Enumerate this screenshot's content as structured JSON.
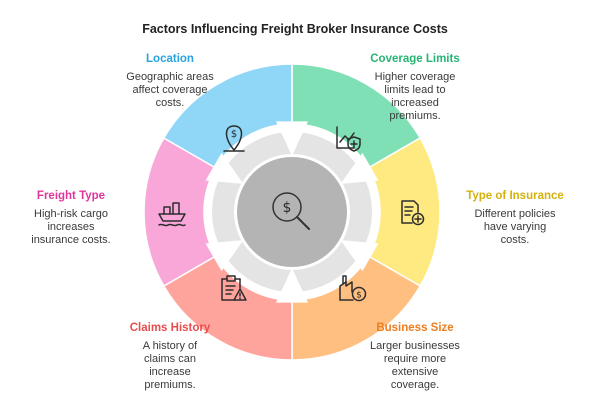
{
  "title": "Factors Influencing Freight Broker Insurance Costs",
  "colors": {
    "location": "#8fd6f7",
    "coverage": "#7ee0b4",
    "type": "#ffe981",
    "size": "#ffbf80",
    "claims": "#ffa49c",
    "freight": "#f9a6d8",
    "inner": "#e4e4e4",
    "hub": "#b4b4b4"
  },
  "factors": {
    "location": {
      "name": "Location",
      "name_color": "#28a3dd",
      "desc": [
        "Geographic areas",
        "affect coverage",
        "costs."
      ],
      "icon": "location-pin-dollar-icon"
    },
    "coverage": {
      "name": "Coverage Limits",
      "name_color": "#27b474",
      "desc": [
        "Higher coverage",
        "limits lead to",
        "increased",
        "premiums."
      ],
      "icon": "chart-shield-icon"
    },
    "type": {
      "name": "Type of Insurance",
      "name_color": "#d4b10e",
      "desc": [
        "Different policies",
        "have varying",
        "costs."
      ],
      "icon": "document-plus-icon"
    },
    "size": {
      "name": "Business Size",
      "name_color": "#ed7d1e",
      "desc": [
        "Larger businesses",
        "require more",
        "extensive",
        "coverage."
      ],
      "icon": "factory-dollar-icon"
    },
    "claims": {
      "name": "Claims History",
      "name_color": "#e84d4d",
      "desc": [
        "A history of",
        "claims can",
        "increase",
        "premiums."
      ],
      "icon": "clipboard-warning-icon"
    },
    "freight": {
      "name": "Freight Type",
      "name_color": "#e0369b",
      "desc": [
        "High-risk cargo",
        "increases",
        "insurance costs."
      ],
      "icon": "cargo-ship-icon"
    }
  },
  "center_icon": "magnifier-dollar-icon"
}
